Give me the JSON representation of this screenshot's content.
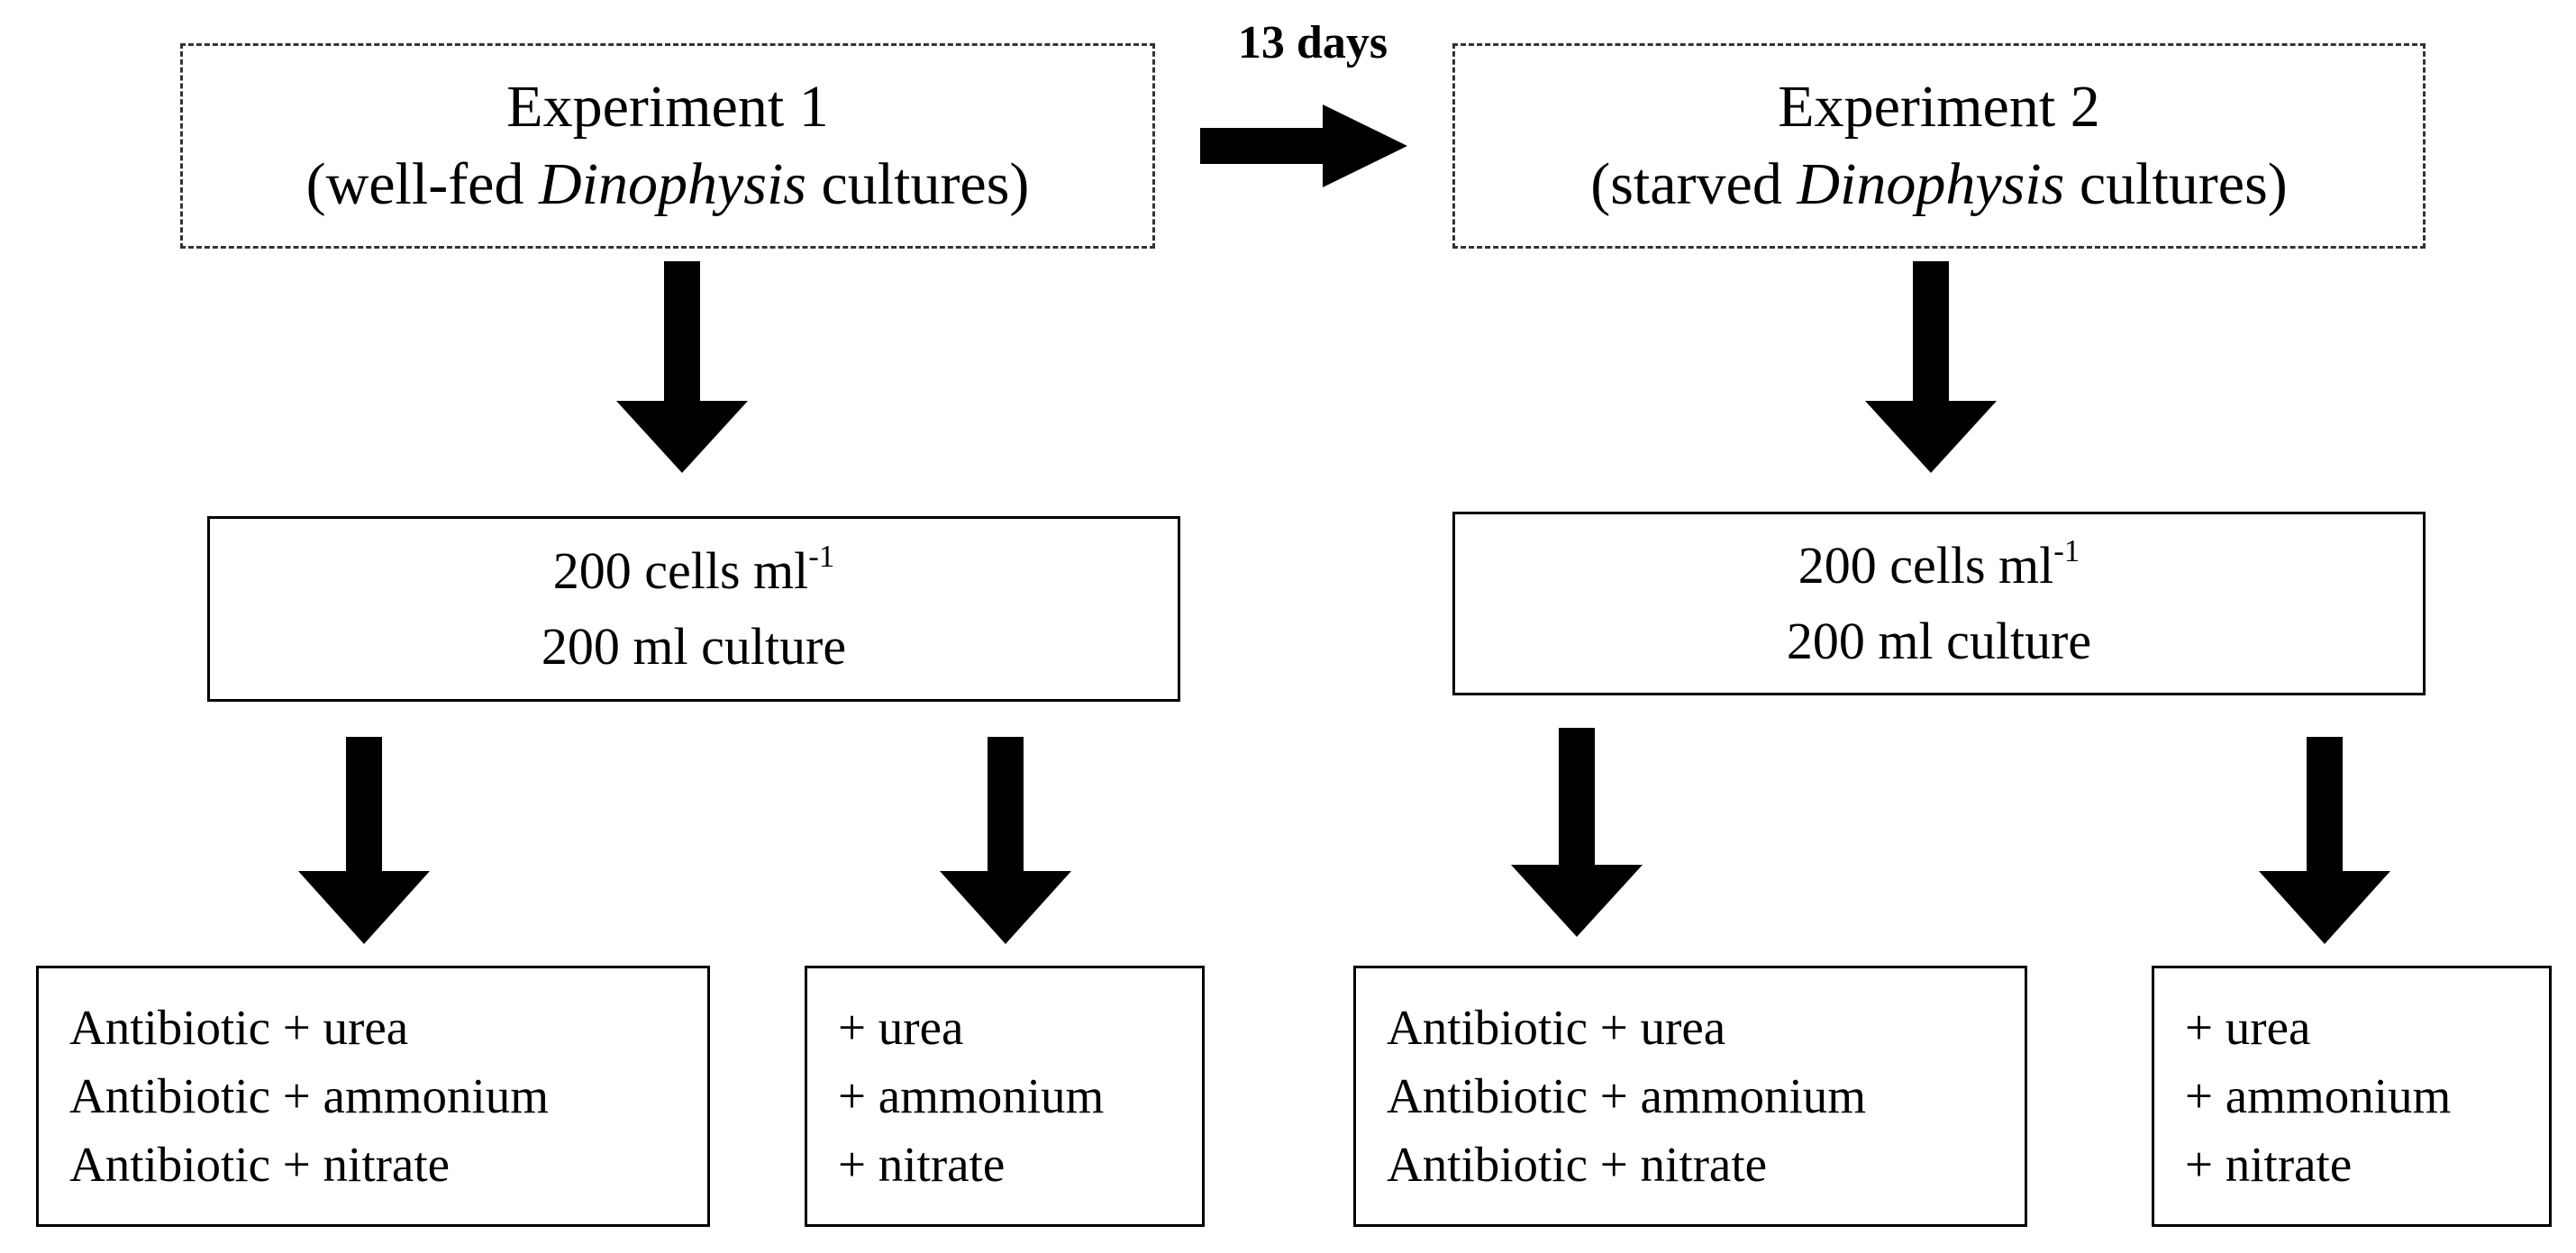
{
  "transition": {
    "label": "13 days"
  },
  "experiments": [
    {
      "title": "Experiment 1",
      "sub_before": "(well-fed ",
      "sub_italic": "Dinophysis",
      "sub_after": " cultures)"
    },
    {
      "title": "Experiment 2",
      "sub_before": "(starved ",
      "sub_italic": "Dinophysis",
      "sub_after": " cultures)"
    }
  ],
  "culture": {
    "line1": "200 cells ml",
    "line1_exponent": "-1",
    "line2": "200 ml culture"
  },
  "treatments": {
    "with_antibiotic": [
      "Antibiotic + urea",
      "Antibiotic + ammonium",
      "Antibiotic + nitrate"
    ],
    "without_antibiotic": [
      "+ urea",
      "+ ammonium",
      "+ nitrate"
    ]
  }
}
